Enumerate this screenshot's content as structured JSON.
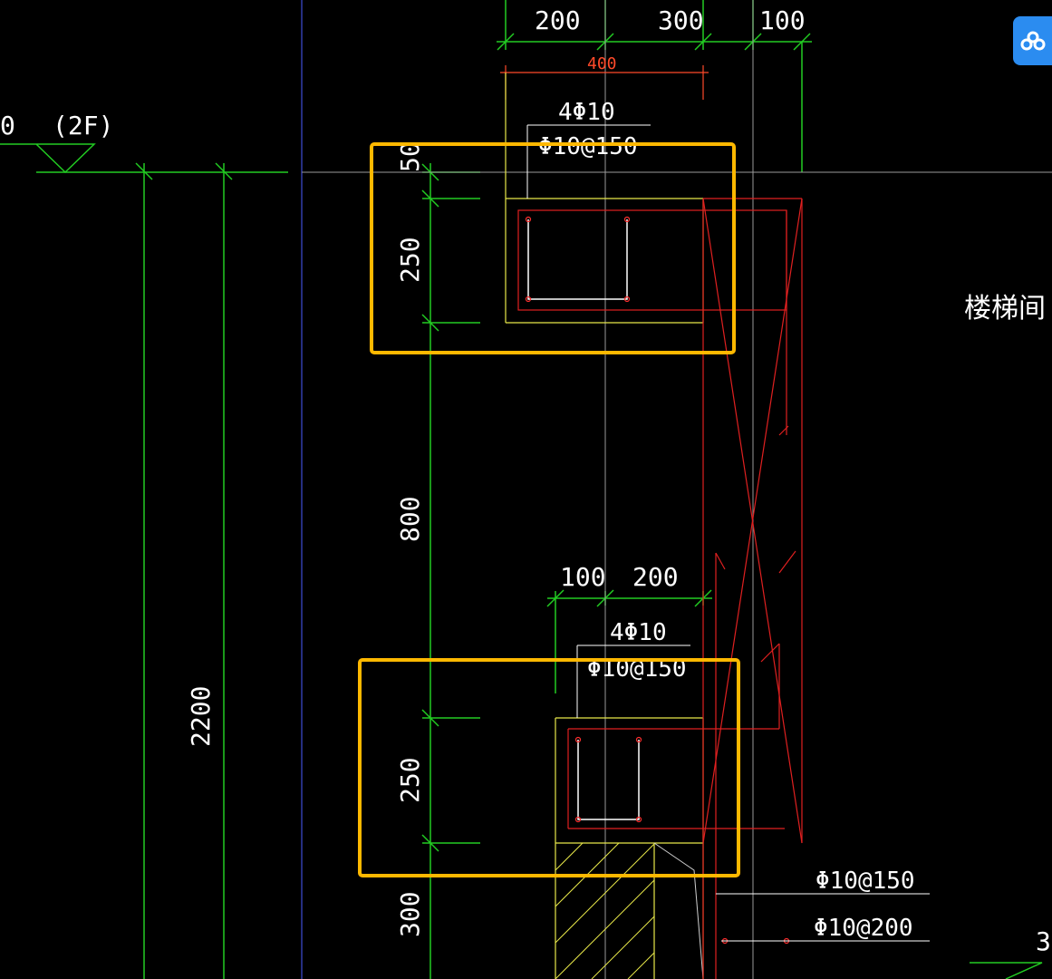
{
  "dims": {
    "top_200": "200",
    "top_300": "300",
    "top_100": "100",
    "red_400": "400",
    "left_50": "50",
    "left_250_a": "250",
    "left_800": "800",
    "left_250_b": "250",
    "left_300": "300",
    "far_left_2200": "2200",
    "mid_100": "100",
    "mid_200": "200"
  },
  "notes": {
    "upper_main_bar": "4Φ10",
    "upper_stirrup": "Φ10@150",
    "lower_main_bar": "4Φ10",
    "lower_stirrup": "Φ10@150",
    "wall_bar_1": "Φ10@150",
    "wall_bar_2": "Φ10@200"
  },
  "level": {
    "partial_value": "0",
    "floor": "(2F)"
  },
  "room_label": "楼梯间",
  "edge_text": "3",
  "app_button": {
    "icon": "cloud-share-icon",
    "color": "#2b8cf0"
  },
  "highlight_color": "#ffb800"
}
